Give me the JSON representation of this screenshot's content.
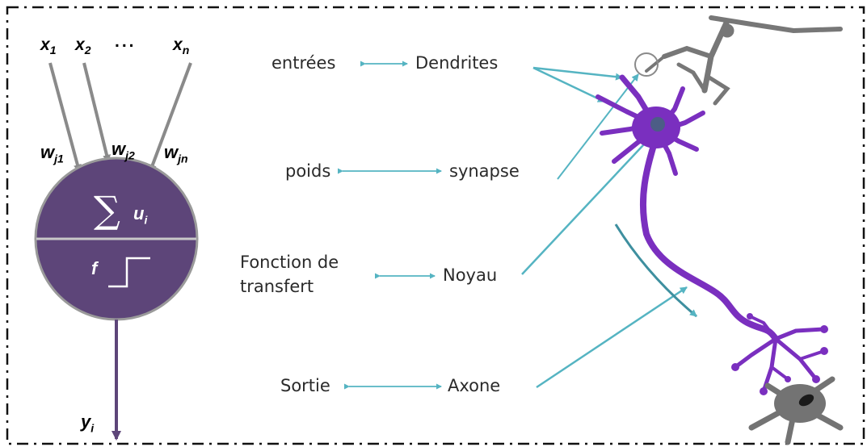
{
  "colors": {
    "neuron_purple": "#5d4579",
    "biological_neuron": "#7a2fbf",
    "gray_neuron": "#7b7b7b",
    "pointer_teal": "#55b4c2",
    "input_arrow": "#8a8a8a",
    "frame": "#000000"
  },
  "model": {
    "inputs": [
      "x",
      "x",
      "...",
      "x"
    ],
    "input_subs": [
      "1",
      "2",
      "",
      "n"
    ],
    "weights": [
      "w",
      "w",
      "w"
    ],
    "weight_subs": [
      "j1",
      "j2",
      "jn"
    ],
    "sum_symbol": "∑",
    "sum_var": "u",
    "sum_sub": "i",
    "activation": "f",
    "output": "y",
    "output_sub": "i"
  },
  "mapping": {
    "inputs": {
      "left": "entrées",
      "right": "Dendrites"
    },
    "weights": {
      "left": "poids",
      "right": "synapse"
    },
    "transfer": {
      "left_line1": "Fonction de",
      "left_line2": "transfert",
      "right": "Noyau"
    },
    "output": {
      "left": "Sortie",
      "right": "Axone"
    }
  }
}
